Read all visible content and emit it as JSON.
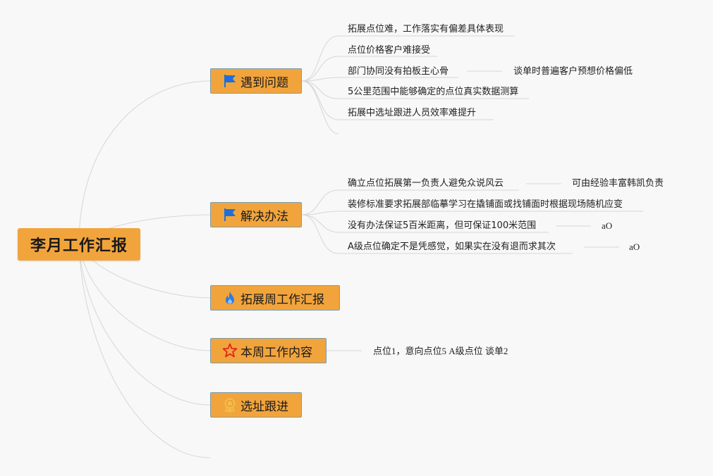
{
  "root": {
    "title": "李月工作汇报"
  },
  "topics": [
    {
      "label": "遇到问题",
      "icon": "flag-icon",
      "items": [
        "拓展点位难，工作落实有偏差具体表现",
        "点位价格客户难接受",
        "部门协同没有拍板主心骨",
        "5公里范围中能够确定的点位真实数据测算",
        "拓展中选址跟进人员效率难提升"
      ],
      "sub_notes": [
        "谈单时普遍客户预想价格偏低"
      ]
    },
    {
      "label": "解决办法",
      "icon": "flag-icon",
      "items": [
        "确立点位拓展第一负责人避免众说风云",
        "装修标准要求拓展部临摹学习在撬铺面或找铺面时根据现场随机应变",
        "没有办法保证5百米距离，但可保证100米范围",
        "A级点位确定不是凭感觉，如果实在没有退而求其次"
      ],
      "sub_notes": [
        "可由经验丰富韩凯负责",
        "aO",
        "aO"
      ]
    },
    {
      "label": "拓展周工作汇报",
      "icon": "fire-icon"
    },
    {
      "label": "本周工作内容",
      "icon": "star-icon",
      "items": [
        "点位1，意向点位5 A级点位 谈单2"
      ]
    },
    {
      "label": "选址跟进",
      "icon": "medal-icon"
    }
  ],
  "colors": {
    "topic_fill": "#f2a43c",
    "topic_border": "#7a9cb0",
    "line": "#d6d6d6",
    "flag": "#1e6fd9",
    "fire": "#2f7be0",
    "star": "#e0261b",
    "medal": "#f0c24a",
    "background": "#f8f8f8"
  }
}
